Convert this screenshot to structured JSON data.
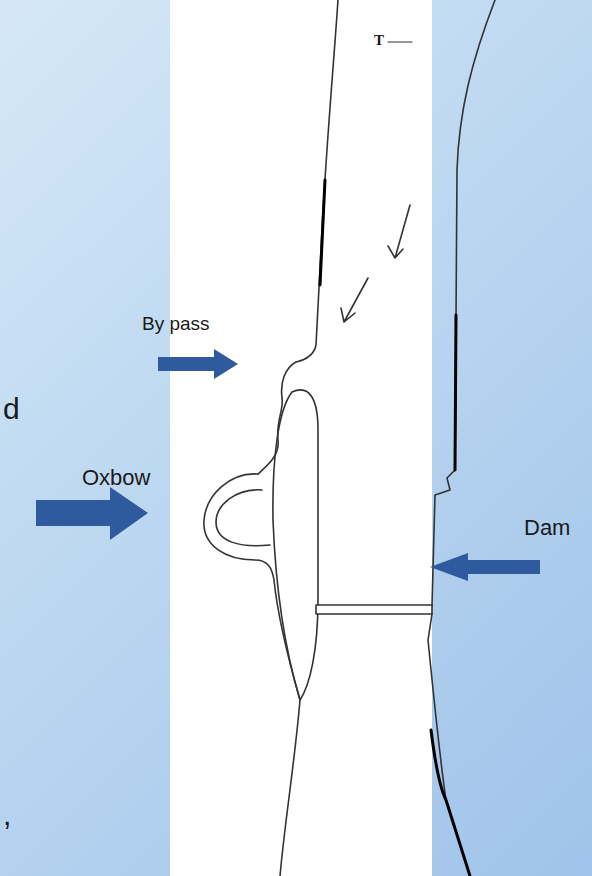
{
  "diagram": {
    "labels": [
      "T",
      "By pass",
      "Oxbow",
      "Dam",
      "d",
      ","
    ]
  }
}
